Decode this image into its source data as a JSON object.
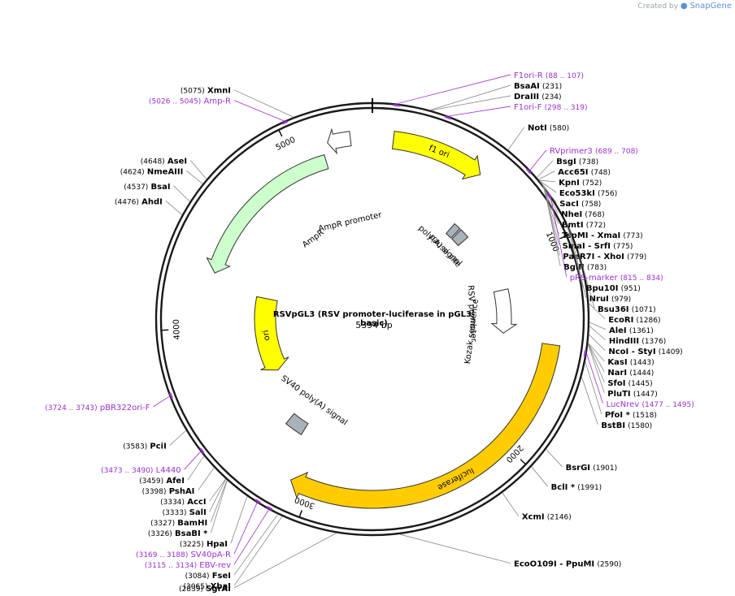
{
  "credit": {
    "prefix": "Created by",
    "brand": "SnapGene"
  },
  "plasmid": {
    "name": "RSVpGL3 (RSV promoter-luciferase in pGL3-basic)",
    "length_text": "5394 bp",
    "length": 5394
  },
  "colors": {
    "backbone": "#1a1a1a",
    "primer": "#9b30d0",
    "enzyme": "#000000",
    "f1ori": "#ffff00",
    "ori": "#ffff00",
    "ampr": "#ccffcc",
    "luciferase": "#ffcc00",
    "promoter": "#ffffff",
    "polyA": "#a9b1b9"
  },
  "ticks": [
    {
      "pos": 1000,
      "label": "1000"
    },
    {
      "pos": 2000,
      "label": "2000"
    },
    {
      "pos": 3000,
      "label": "3000"
    },
    {
      "pos": 4000,
      "label": "4000"
    },
    {
      "pos": 5000,
      "label": "5000"
    }
  ],
  "features": [
    {
      "name": "f1 ori",
      "start": 100,
      "end": 550,
      "dir": 1,
      "type": "ori",
      "label_inside": true
    },
    {
      "name": "AmpR promoter",
      "start": 5180,
      "end": 5290,
      "dir": -1,
      "type": "promoter"
    },
    {
      "name": "AmpR",
      "start": 4290,
      "end": 5150,
      "dir": -1,
      "type": "ampr"
    },
    {
      "name": "ori",
      "start": 3620,
      "end": 4210,
      "dir": -1,
      "type": "ori",
      "label_inside": true
    },
    {
      "name": "RSV promoter",
      "start": 1160,
      "end": 1440,
      "dir": 1,
      "type": "promoter"
    },
    {
      "name": "luciferase",
      "start": 1470,
      "end": 3100,
      "dir": 1,
      "type": "luciferase",
      "label_inside": true
    },
    {
      "name": "SV40 poly(A) signal",
      "start": 3170,
      "end": 3290,
      "dir": 0,
      "type": "polyA"
    },
    {
      "name": "pause site",
      "start": 670,
      "end": 740,
      "dir": 0,
      "type": "polyA"
    },
    {
      "name": "poly(A) signal",
      "start": 610,
      "end": 660,
      "dir": 0,
      "type": "polyA"
    }
  ],
  "feature_labels": [
    {
      "text": "AmpR promoter",
      "pos": 5200
    },
    {
      "text": "AmpR",
      "pos": 4850
    },
    {
      "text": "pause site",
      "pos": 700
    },
    {
      "text": "poly(A) signal",
      "pos": 640
    },
    {
      "text": "RSV promoter",
      "pos": 1300
    },
    {
      "text": "Kozak sequence",
      "pos": 1455
    },
    {
      "text": "SV40 poly(A) signal",
      "pos": 3230
    }
  ],
  "right_labels": [
    {
      "name": "F1ori-R",
      "loc": "(88 .. 107)",
      "type": "primer",
      "pos": 97
    },
    {
      "name": "BsaAI",
      "loc": "(231)",
      "type": "enzyme",
      "pos": 231
    },
    {
      "name": "DraIII",
      "loc": "(234)",
      "type": "enzyme",
      "pos": 234
    },
    {
      "name": "F1ori-F",
      "loc": "(298 .. 319)",
      "type": "primer",
      "pos": 308
    },
    {
      "name": "NotI",
      "loc": "(580)",
      "type": "enzyme",
      "pos": 580
    },
    {
      "name": "RVprimer3",
      "loc": "(689 .. 708)",
      "type": "primer",
      "pos": 698
    },
    {
      "name": "BsgI",
      "loc": "(738)",
      "type": "enzyme",
      "pos": 738
    },
    {
      "name": "Acc65I",
      "loc": "(748)",
      "type": "enzyme",
      "pos": 748
    },
    {
      "name": "KpnI",
      "loc": "(752)",
      "type": "enzyme",
      "pos": 752
    },
    {
      "name": "Eco53kI",
      "loc": "(756)",
      "type": "enzyme",
      "pos": 756
    },
    {
      "name": "SacI",
      "loc": "(758)",
      "type": "enzyme",
      "pos": 758
    },
    {
      "name": "NheI",
      "loc": "(768)",
      "type": "enzyme",
      "pos": 768
    },
    {
      "name": "BmtI",
      "loc": "(772)",
      "type": "enzyme",
      "pos": 772
    },
    {
      "name": "TspMI - XmaI",
      "loc": "(773)",
      "type": "enzyme",
      "pos": 773
    },
    {
      "name": "SmaI - SrfI",
      "loc": "(775)",
      "type": "enzyme",
      "pos": 775
    },
    {
      "name": "PaeR7I - XhoI",
      "loc": "(779)",
      "type": "enzyme",
      "pos": 779
    },
    {
      "name": "BglII",
      "loc": "(783)",
      "type": "enzyme",
      "pos": 783
    },
    {
      "name": "pRS-marker",
      "loc": "(815 .. 834)",
      "type": "primer",
      "pos": 824
    },
    {
      "name": "Bpu10I",
      "loc": "(951)",
      "type": "enzyme",
      "pos": 951
    },
    {
      "name": "NruI",
      "loc": "(979)",
      "type": "enzyme",
      "pos": 979
    },
    {
      "name": "Bsu36I",
      "loc": "(1071)",
      "type": "enzyme",
      "pos": 1071
    },
    {
      "name": "EcoRI",
      "loc": "(1286)",
      "type": "enzyme",
      "pos": 1286
    },
    {
      "name": "AleI",
      "loc": "(1361)",
      "type": "enzyme",
      "pos": 1361
    },
    {
      "name": "HindIII",
      "loc": "(1376)",
      "type": "enzyme",
      "pos": 1376
    },
    {
      "name": "NcoI - StyI",
      "loc": "(1409)",
      "type": "enzyme",
      "pos": 1409
    },
    {
      "name": "KasI",
      "loc": "(1443)",
      "type": "enzyme",
      "pos": 1443
    },
    {
      "name": "NarI",
      "loc": "(1444)",
      "type": "enzyme",
      "pos": 1444
    },
    {
      "name": "SfoI",
      "loc": "(1445)",
      "type": "enzyme",
      "pos": 1445
    },
    {
      "name": "PluTI",
      "loc": "(1447)",
      "type": "enzyme",
      "pos": 1447
    },
    {
      "name": "LucNrev",
      "loc": "(1477 .. 1495)",
      "type": "primer",
      "pos": 1486
    },
    {
      "name": "PfoI *",
      "loc": "(1518)",
      "type": "enzyme",
      "pos": 1518
    },
    {
      "name": "BstBI",
      "loc": "(1580)",
      "type": "enzyme",
      "pos": 1580
    },
    {
      "name": "BsrGI",
      "loc": "(1901)",
      "type": "enzyme",
      "pos": 1901
    },
    {
      "name": "BclI *",
      "loc": "(1991)",
      "type": "enzyme",
      "pos": 1991
    },
    {
      "name": "XcmI",
      "loc": "(2146)",
      "type": "enzyme",
      "pos": 2146
    },
    {
      "name": "EcoO109I - PpuMI",
      "loc": "(2590)",
      "type": "enzyme",
      "pos": 2590
    }
  ],
  "left_labels": [
    {
      "name": "XmnI",
      "loc": "(5075)",
      "type": "enzyme",
      "pos": 5075
    },
    {
      "name": "Amp-R",
      "loc": "(5026 .. 5045)",
      "type": "primer",
      "pos": 5035
    },
    {
      "name": "AseI",
      "loc": "(4648)",
      "type": "enzyme",
      "pos": 4648
    },
    {
      "name": "NmeAIII",
      "loc": "(4624)",
      "type": "enzyme",
      "pos": 4624
    },
    {
      "name": "BsaI",
      "loc": "(4537)",
      "type": "enzyme",
      "pos": 4537
    },
    {
      "name": "AhdI",
      "loc": "(4476)",
      "type": "enzyme",
      "pos": 4476
    },
    {
      "name": "pBR322ori-F",
      "loc": "(3724 .. 3743)",
      "type": "primer",
      "pos": 3733
    },
    {
      "name": "PciI",
      "loc": "(3583)",
      "type": "enzyme",
      "pos": 3583
    },
    {
      "name": "L4440",
      "loc": "(3473 .. 3490)",
      "type": "primer",
      "pos": 3481
    },
    {
      "name": "AfeI",
      "loc": "(3459)",
      "type": "enzyme",
      "pos": 3459
    },
    {
      "name": "PshAI",
      "loc": "(3398)",
      "type": "enzyme",
      "pos": 3398
    },
    {
      "name": "AccI",
      "loc": "(3334)",
      "type": "enzyme",
      "pos": 3334
    },
    {
      "name": "SalI",
      "loc": "(3333)",
      "type": "enzyme",
      "pos": 3333
    },
    {
      "name": "BamHI",
      "loc": "(3327)",
      "type": "enzyme",
      "pos": 3327
    },
    {
      "name": "BsaBI *",
      "loc": "(3326)",
      "type": "enzyme",
      "pos": 3326
    },
    {
      "name": "HpaI",
      "loc": "(3225)",
      "type": "enzyme",
      "pos": 3225
    },
    {
      "name": "SV40pA-R",
      "loc": "(3169 .. 3188)",
      "type": "primer",
      "pos": 3178
    },
    {
      "name": "EBV-rev",
      "loc": "(3115 .. 3134)",
      "type": "primer",
      "pos": 3124
    },
    {
      "name": "FseI",
      "loc": "(3084)",
      "type": "enzyme",
      "pos": 3084
    },
    {
      "name": "XbaI",
      "loc": "(3065)",
      "type": "enzyme",
      "pos": 3065
    },
    {
      "name": "SgrAI",
      "loc": "(2839)",
      "type": "enzyme",
      "pos": 2839
    }
  ]
}
